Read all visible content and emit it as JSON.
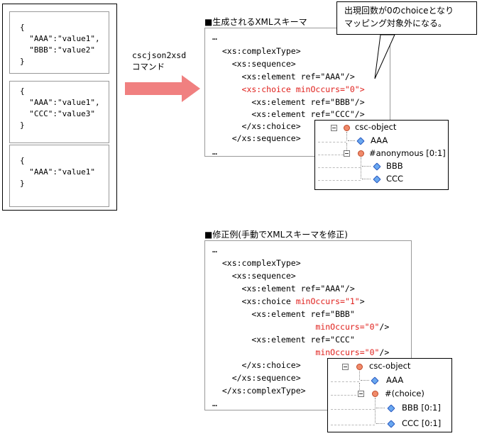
{
  "json_examples": [
    [
      "{",
      "  \"AAA\":\"value1\",",
      "  \"BBB\":\"value2\"",
      "}"
    ],
    [
      "{",
      "  \"AAA\":\"value1\",",
      "  \"CCC\":\"value3\"",
      "}"
    ],
    [
      "{",
      "  \"AAA\":\"value1\"",
      "}"
    ]
  ],
  "command": {
    "line1": "cscjson2xsd",
    "line2": "コマンド"
  },
  "arrow_color": "#f08080",
  "callout": {
    "line1": "出現回数が0のchoiceとなり",
    "line2": "マッピング対象外になる。"
  },
  "generated": {
    "heading": "■生成されるXMLスキーマ",
    "lines": [
      {
        "text": "…"
      },
      {
        "text": "  <xs:complexType>"
      },
      {
        "text": "    <xs:sequence>"
      },
      {
        "text": "      <xs:element ref=\"AAA\"/>"
      },
      {
        "text": "      <xs:choice minOccurs=\"0\">",
        "red": true
      },
      {
        "text": "        <xs:element ref=\"BBB\"/>"
      },
      {
        "text": "        <xs:element ref=\"CCC\"/>"
      },
      {
        "text": "      </xs:choice>"
      },
      {
        "text": "    </xs:sequence>"
      },
      {
        "text": "…"
      }
    ],
    "tree": {
      "root": "csc-object",
      "child1": "AAA",
      "group": "#anonymous [0:1]",
      "leaf1": "BBB",
      "leaf2": "CCC"
    }
  },
  "fixed": {
    "heading": "■修正例(手動でXMLスキーマを修正)",
    "lines": [
      {
        "segs": [
          {
            "t": "…"
          }
        ]
      },
      {
        "segs": [
          {
            "t": "  <xs:complexType>"
          }
        ]
      },
      {
        "segs": [
          {
            "t": "    <xs:sequence>"
          }
        ]
      },
      {
        "segs": [
          {
            "t": "      <xs:element ref=\"AAA\"/>"
          }
        ]
      },
      {
        "segs": [
          {
            "t": "      <xs:choice "
          },
          {
            "t": "minOccurs=\"1\"",
            "red": true
          },
          {
            "t": ">"
          }
        ]
      },
      {
        "segs": [
          {
            "t": "        <xs:element ref=\"BBB\""
          }
        ]
      },
      {
        "segs": [
          {
            "t": "                     "
          },
          {
            "t": "minOccurs=\"0\"",
            "red": true
          },
          {
            "t": "/>"
          }
        ]
      },
      {
        "segs": [
          {
            "t": "        <xs:element ref=\"CCC\""
          }
        ]
      },
      {
        "segs": [
          {
            "t": "                     "
          },
          {
            "t": "minOccurs=\"0\"",
            "red": true
          },
          {
            "t": "/>"
          }
        ]
      },
      {
        "segs": [
          {
            "t": "      </xs:choice>"
          }
        ]
      },
      {
        "segs": [
          {
            "t": "    </xs:sequence>"
          }
        ]
      },
      {
        "segs": [
          {
            "t": "  </xs:complexType>"
          }
        ]
      },
      {
        "segs": [
          {
            "t": "…"
          }
        ]
      }
    ],
    "tree": {
      "root": "csc-object",
      "child1": "AAA",
      "group": "#(choice)",
      "leaf1": "BBB [0:1]",
      "leaf2": "CCC [0:1]"
    }
  }
}
